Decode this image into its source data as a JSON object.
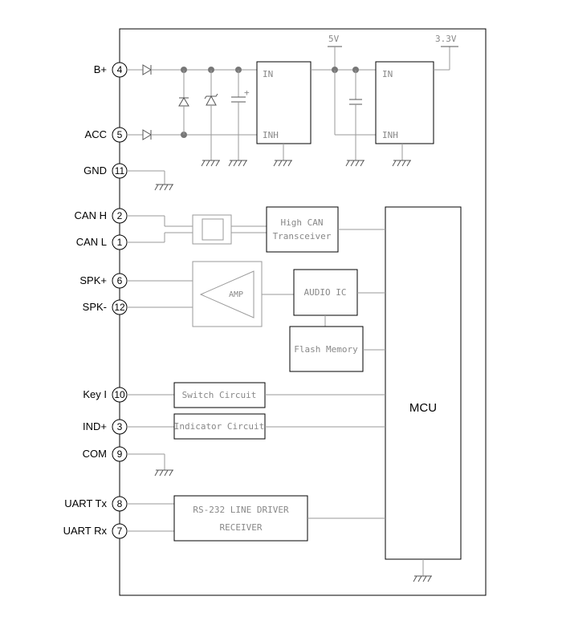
{
  "pins": [
    {
      "id": "b_plus",
      "label": "B+",
      "number": "4"
    },
    {
      "id": "acc",
      "label": "ACC",
      "number": "5"
    },
    {
      "id": "gnd",
      "label": "GND",
      "number": "11"
    },
    {
      "id": "can_h",
      "label": "CAN H",
      "number": "2"
    },
    {
      "id": "can_l",
      "label": "CAN L",
      "number": "1"
    },
    {
      "id": "spk_plus",
      "label": "SPK+",
      "number": "6"
    },
    {
      "id": "spk_minus",
      "label": "SPK-",
      "number": "12"
    },
    {
      "id": "key_i",
      "label": "Key I",
      "number": "10"
    },
    {
      "id": "ind_plus",
      "label": "IND+",
      "number": "3"
    },
    {
      "id": "com",
      "label": "COM",
      "number": "9"
    },
    {
      "id": "uart_tx",
      "label": "UART Tx",
      "number": "8"
    },
    {
      "id": "uart_rx",
      "label": "UART Rx",
      "number": "7"
    }
  ],
  "regulator1": {
    "in_label": "IN",
    "inh_label": "INH"
  },
  "regulator2": {
    "in_label": "IN",
    "inh_label": "INH"
  },
  "rails": {
    "v5": "5V",
    "v33": "3.3V"
  },
  "capacitor_polarity": "+",
  "blocks": {
    "can_transceiver": {
      "line1": "High CAN",
      "line2": "Transceiver"
    },
    "amp": "AMP",
    "audio_ic": "AUDIO IC",
    "flash_memory": "Flash Memory",
    "switch_circuit": "Switch Circuit",
    "indicator_circuit": "Indicator Circuit",
    "rs232": {
      "line1": "RS-232 LINE DRIVER",
      "line2": "RECEIVER"
    },
    "mcu": "MCU"
  }
}
